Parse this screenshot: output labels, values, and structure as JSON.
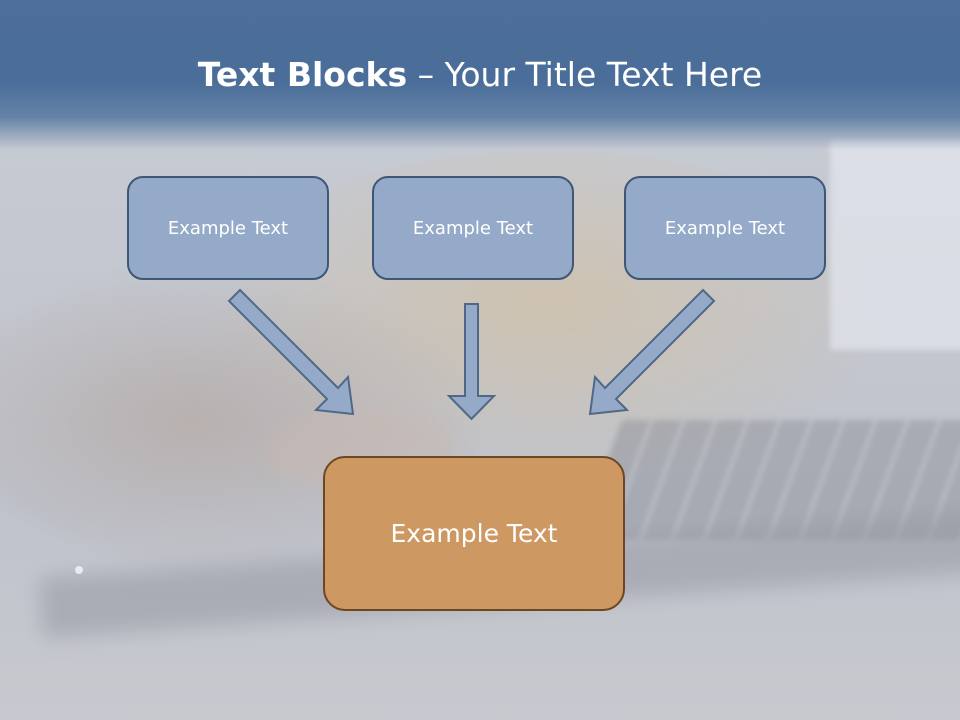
{
  "title": {
    "bold": "Text Blocks",
    "rest": " – Your Title Text Here"
  },
  "boxes": [
    {
      "label": "Example Text"
    },
    {
      "label": "Example Text"
    },
    {
      "label": "Example Text"
    }
  ],
  "center_box": {
    "label": "Example Text"
  },
  "colors": {
    "title_bar": "#4a6e99",
    "box_fill": "#94aac8",
    "box_border": "#3e5775",
    "center_fill": "#cd9862",
    "center_border": "#6d4622",
    "arrow_fill": "#94aac8",
    "arrow_stroke": "#4f6886"
  }
}
